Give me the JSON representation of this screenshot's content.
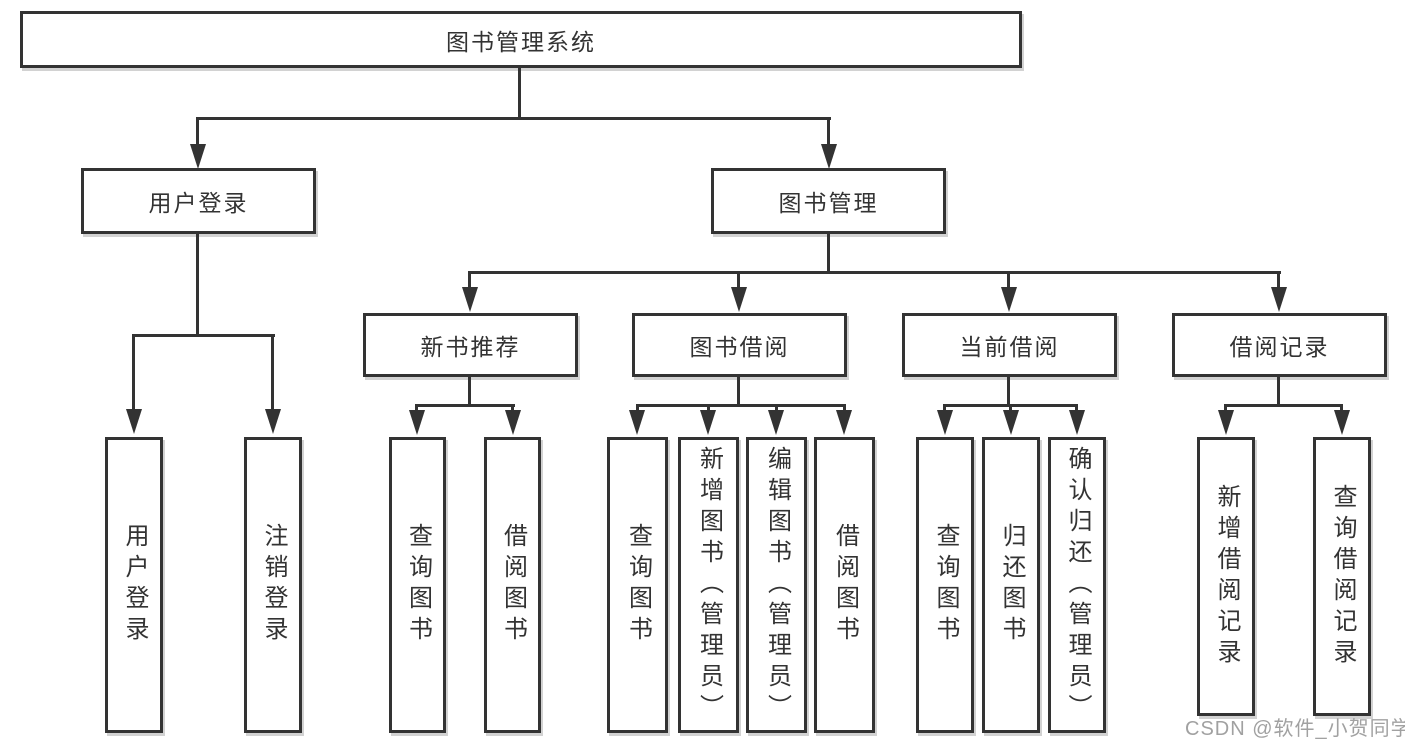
{
  "diagram": {
    "line_color": "#333333",
    "background_color": "#ffffff",
    "nodes": {
      "root": "图书管理系统",
      "login": "用户登录",
      "manage": "图书管理",
      "login_children": [
        "用户登录",
        "注销登录"
      ],
      "modules": [
        "新书推荐",
        "图书借阅",
        "当前借阅",
        "借阅记录"
      ],
      "recommend_children": [
        "查询图书",
        "借阅图书"
      ],
      "borrow_children": [
        "查询图书",
        "新增图书（管理员）",
        "编辑图书（管理员）",
        "借阅图书"
      ],
      "current_children": [
        "查询图书",
        "归还图书",
        "确认归还（管理员）"
      ],
      "record_children": [
        "新增借阅记录",
        "查询借阅记录"
      ]
    },
    "watermark": "CSDN @软件_小贺同学"
  }
}
